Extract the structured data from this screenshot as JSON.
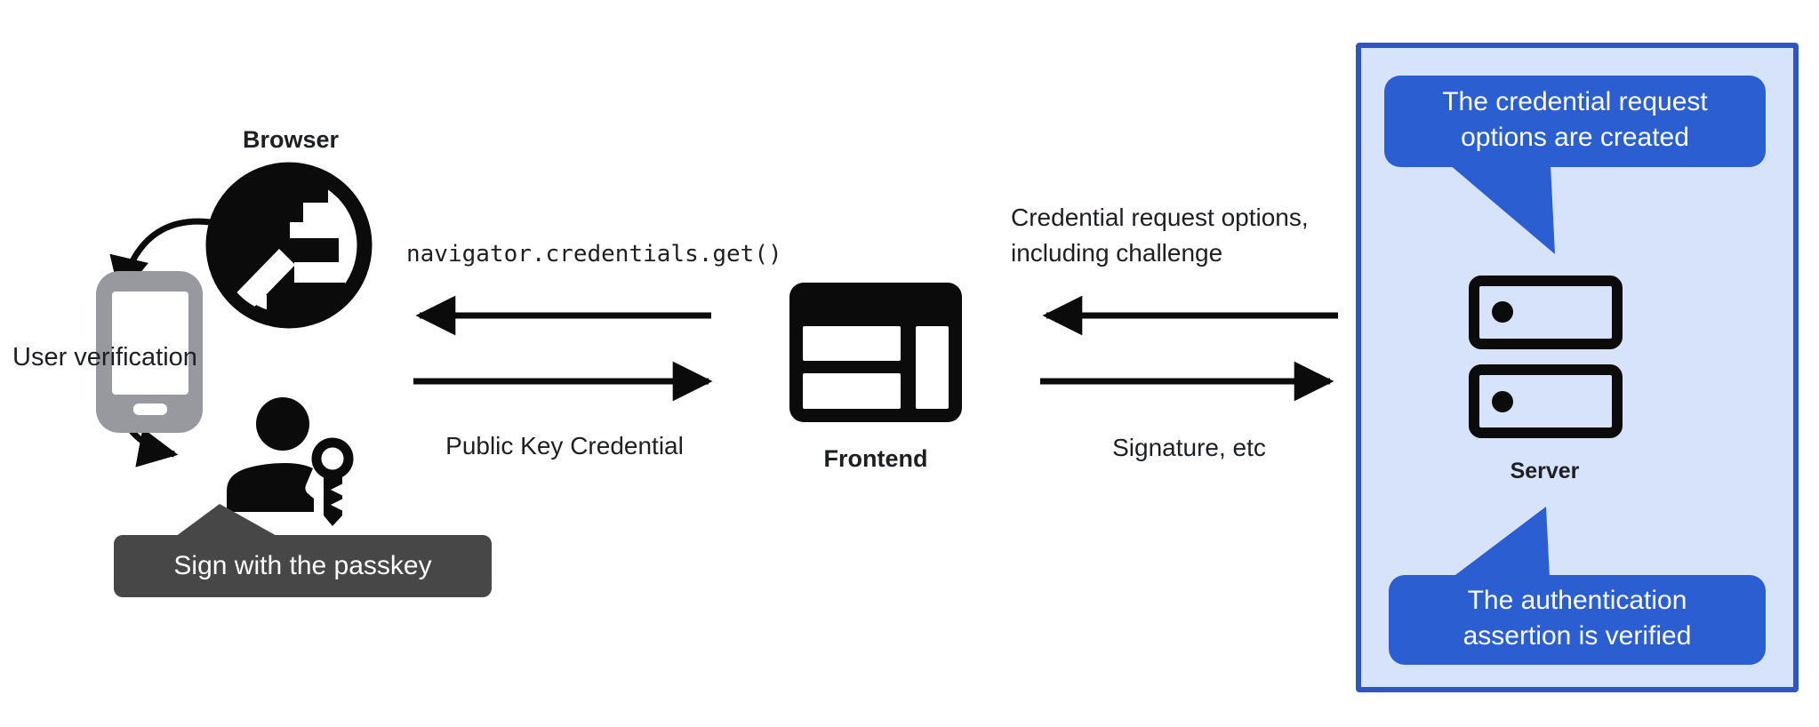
{
  "colors": {
    "accent_blue": "#2b5ed1",
    "panel_border_blue": "#2f55c5",
    "panel_fill_blue": "#d7e2fb",
    "tooltip_gray": "#474747",
    "phone_gray": "#97999e",
    "ink_black": "#0b0b0b"
  },
  "left": {
    "browser_label": "Browser",
    "user_verification_label": "User verification",
    "passkey_tooltip": "Sign with the passkey"
  },
  "middle": {
    "call_label": "navigator.credentials.get()",
    "return_label": "Public Key Credential",
    "frontend_label": "Frontend"
  },
  "right": {
    "request_label_line1": "Credential request options,",
    "request_label_line2": "including challenge",
    "response_label": "Signature, etc"
  },
  "server_panel": {
    "top_bubble_line1": "The credential request",
    "top_bubble_line2": "options are created",
    "server_label": "Server",
    "bottom_bubble_line1": "The authentication",
    "bottom_bubble_line2": "assertion is verified"
  },
  "icons": [
    "globe-icon",
    "phone-icon",
    "person-icon",
    "key-icon",
    "frontend-window-icon",
    "server-icon",
    "arrow-left-icon",
    "arrow-right-icon",
    "curved-arrow-icon"
  ]
}
